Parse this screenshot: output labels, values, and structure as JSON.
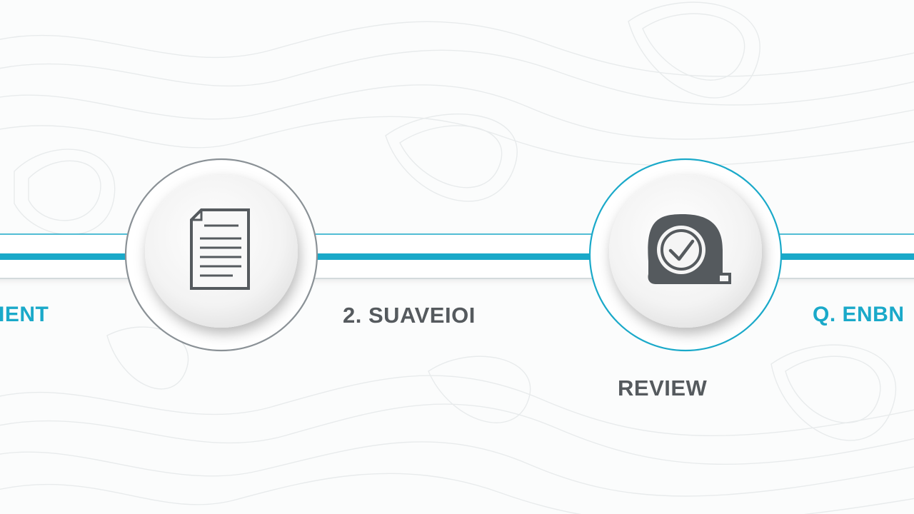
{
  "colors": {
    "accent": "#1aa9c9",
    "text_dark": "#555a5e",
    "icon_dark": "#555a5e",
    "background": "#fbfcfc"
  },
  "steps": [
    {
      "id": "left-partial",
      "label": "IENT",
      "icon": "none"
    },
    {
      "id": "document",
      "label": "",
      "icon": "document-icon"
    },
    {
      "id": "middle",
      "label": "2. SUAVEIOI",
      "icon": "none"
    },
    {
      "id": "review",
      "label": "REVIEW",
      "icon": "tape-measure-check-icon"
    },
    {
      "id": "right-partial",
      "label": "Q. ENBN",
      "icon": "none"
    }
  ]
}
